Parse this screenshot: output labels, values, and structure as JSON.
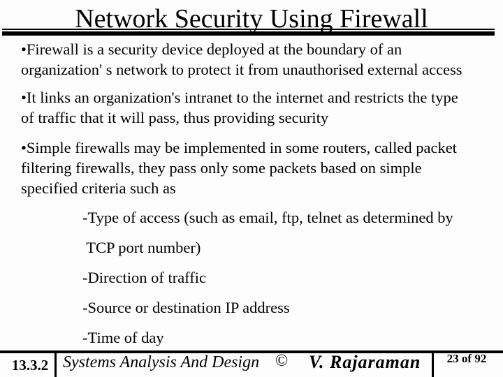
{
  "slide": {
    "title": "Network Security Using Firewall",
    "bullets": [
      "•Firewall is a security device deployed at the boundary of an\norganization' s network to protect it from unauthorised external access",
      "•It links an organization's intranet to the internet and restricts the type\nof traffic that it will pass, thus providing security",
      "•Simple firewalls may be implemented in some routers, called packet\nfiltering firewalls, they pass only some packets based on simple\nspecified criteria such as"
    ],
    "sub_items": [
      "-Type of access (such as email, ftp, telnet as determined by",
      " TCP port number)",
      "-Direction of traffic",
      "-Source or destination IP address",
      "-Time of day"
    ],
    "footer": {
      "section_number": "13.3.2",
      "book_title": "Systems Analysis And Design",
      "copyright_symbol": "©",
      "author": "V. Rajaraman",
      "page_indicator": "23 of 92"
    },
    "colors": {
      "text": "#000000",
      "background": "#fdfdfd",
      "rule": "#000000"
    }
  }
}
